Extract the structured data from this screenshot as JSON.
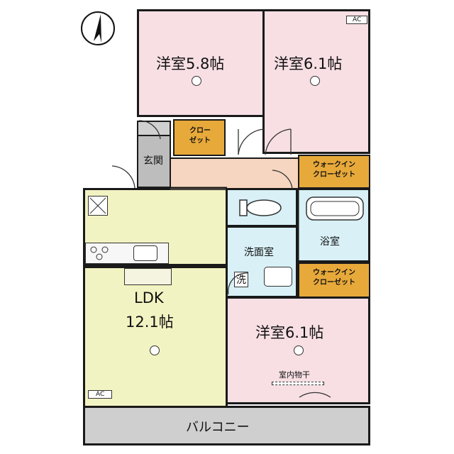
{
  "rooms": {
    "western1": {
      "name": "洋室5.8帖"
    },
    "western2": {
      "name": "洋室6.1帖"
    },
    "western3": {
      "name": "洋室6.1帖"
    },
    "ldk": {
      "name": "LDK",
      "size": "12.1帖"
    },
    "genkan": {
      "name": "玄関"
    },
    "bath": {
      "name": "浴室"
    },
    "washroom": {
      "name": "洗面室"
    },
    "balcony": {
      "name": "バルコニー"
    }
  },
  "closets": {
    "closet": {
      "line1": "クロー",
      "line2": "ゼット"
    },
    "walkin1": {
      "line1": "ウォークイン",
      "line2": "クローゼット"
    },
    "walkin2": {
      "line1": "ウォークイン",
      "line2": "クローゼット"
    }
  },
  "labels": {
    "ac_top": "AC",
    "ac_ldk": "AC",
    "indoor_drying": "室内物干",
    "washer_mark": "洗"
  },
  "colors": {
    "western_room": "#f7dfe4",
    "ldk": "#f2f3c2",
    "hall": "#f6d6c0",
    "wet_area": "#d8f0f6",
    "closet": "#e7a93a",
    "balcony": "#cfcfcf",
    "genkan": "#bdbdbd"
  },
  "icons": [
    "north-arrow-icon",
    "ceiling-light-icon",
    "exhaust-fan-icon",
    "stove-icon",
    "sink-icon",
    "toilet-icon",
    "bathtub-icon",
    "washbasin-icon"
  ]
}
